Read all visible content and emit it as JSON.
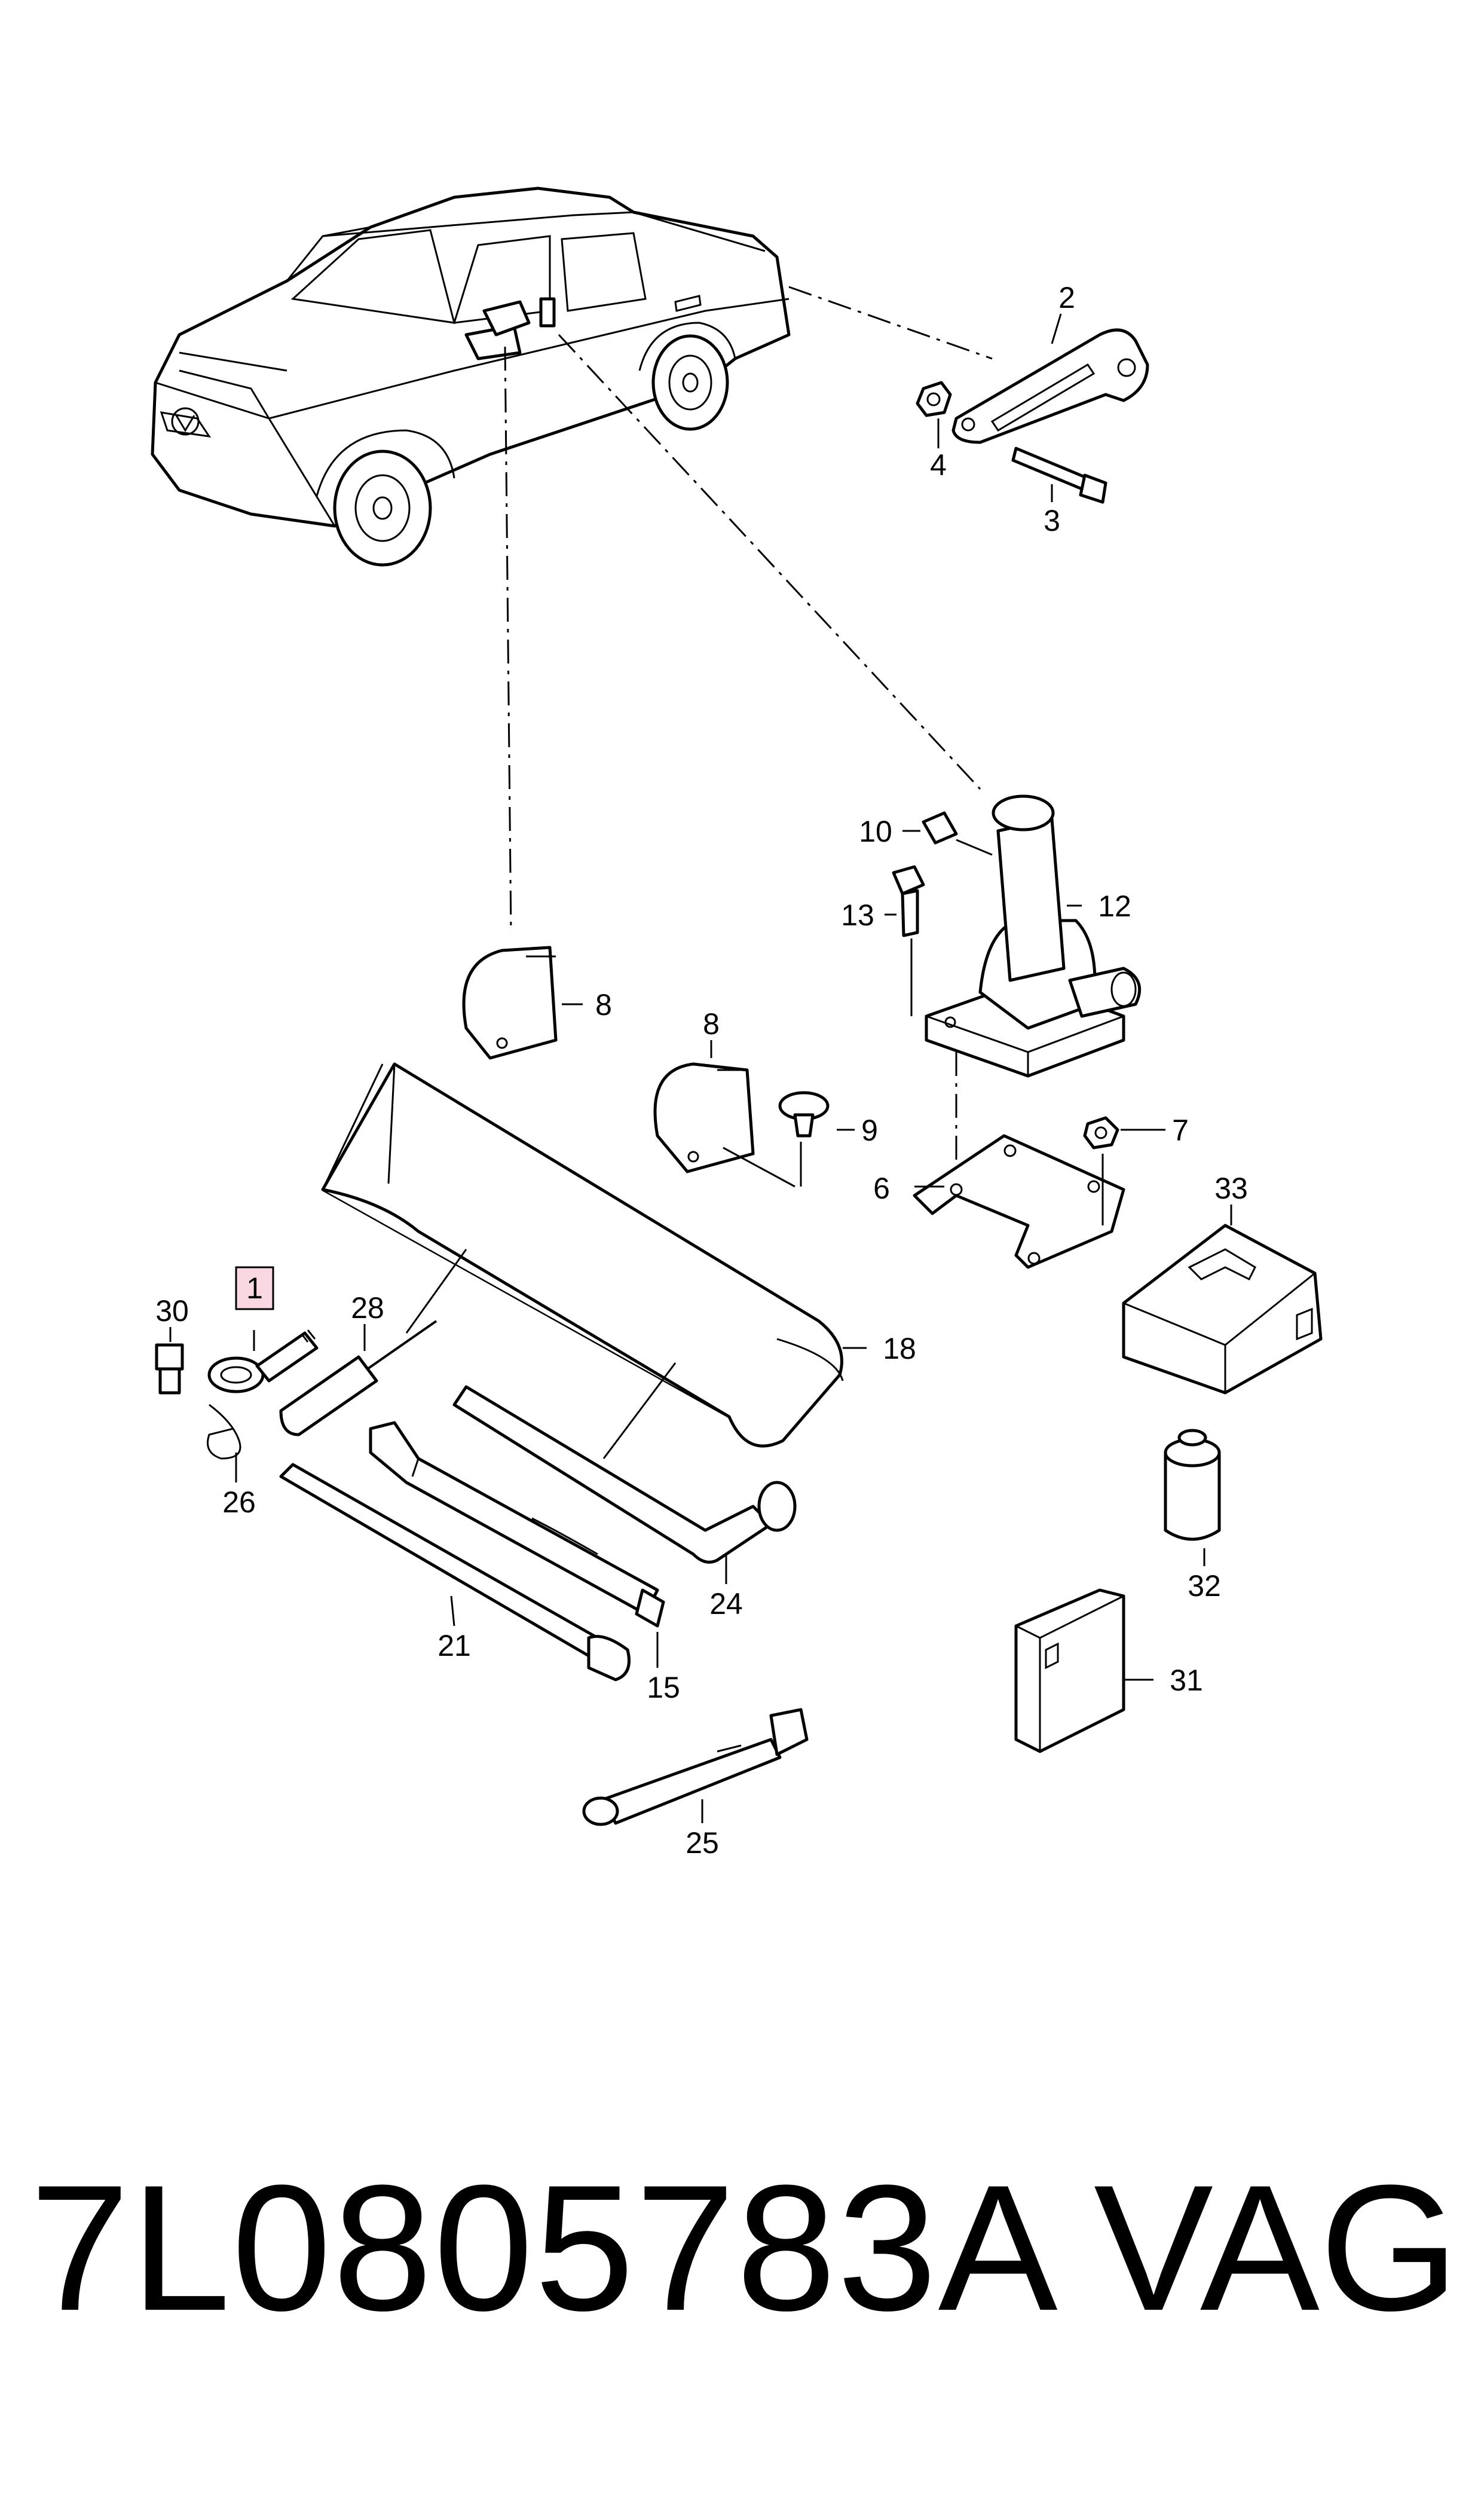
{
  "colors": {
    "line": "#000000",
    "background": "#ffffff",
    "highlight": "#f4b8c8"
  },
  "callouts": [
    {
      "id": "1",
      "label": "1",
      "highlighted": true
    },
    {
      "id": "2",
      "label": "2"
    },
    {
      "id": "3",
      "label": "3"
    },
    {
      "id": "4",
      "label": "4"
    },
    {
      "id": "6",
      "label": "6"
    },
    {
      "id": "7",
      "label": "7"
    },
    {
      "id": "8a",
      "label": "8"
    },
    {
      "id": "8b",
      "label": "8"
    },
    {
      "id": "9",
      "label": "9"
    },
    {
      "id": "10",
      "label": "10"
    },
    {
      "id": "12",
      "label": "12"
    },
    {
      "id": "13",
      "label": "13"
    },
    {
      "id": "15",
      "label": "15"
    },
    {
      "id": "18",
      "label": "18"
    },
    {
      "id": "21",
      "label": "21"
    },
    {
      "id": "24",
      "label": "24"
    },
    {
      "id": "25",
      "label": "25"
    },
    {
      "id": "26",
      "label": "26"
    },
    {
      "id": "28",
      "label": "28"
    },
    {
      "id": "30",
      "label": "30"
    },
    {
      "id": "31",
      "label": "31"
    },
    {
      "id": "32",
      "label": "32"
    },
    {
      "id": "33",
      "label": "33"
    }
  ],
  "footer": {
    "part_number": "7L0805783A",
    "brand": "VAG"
  }
}
